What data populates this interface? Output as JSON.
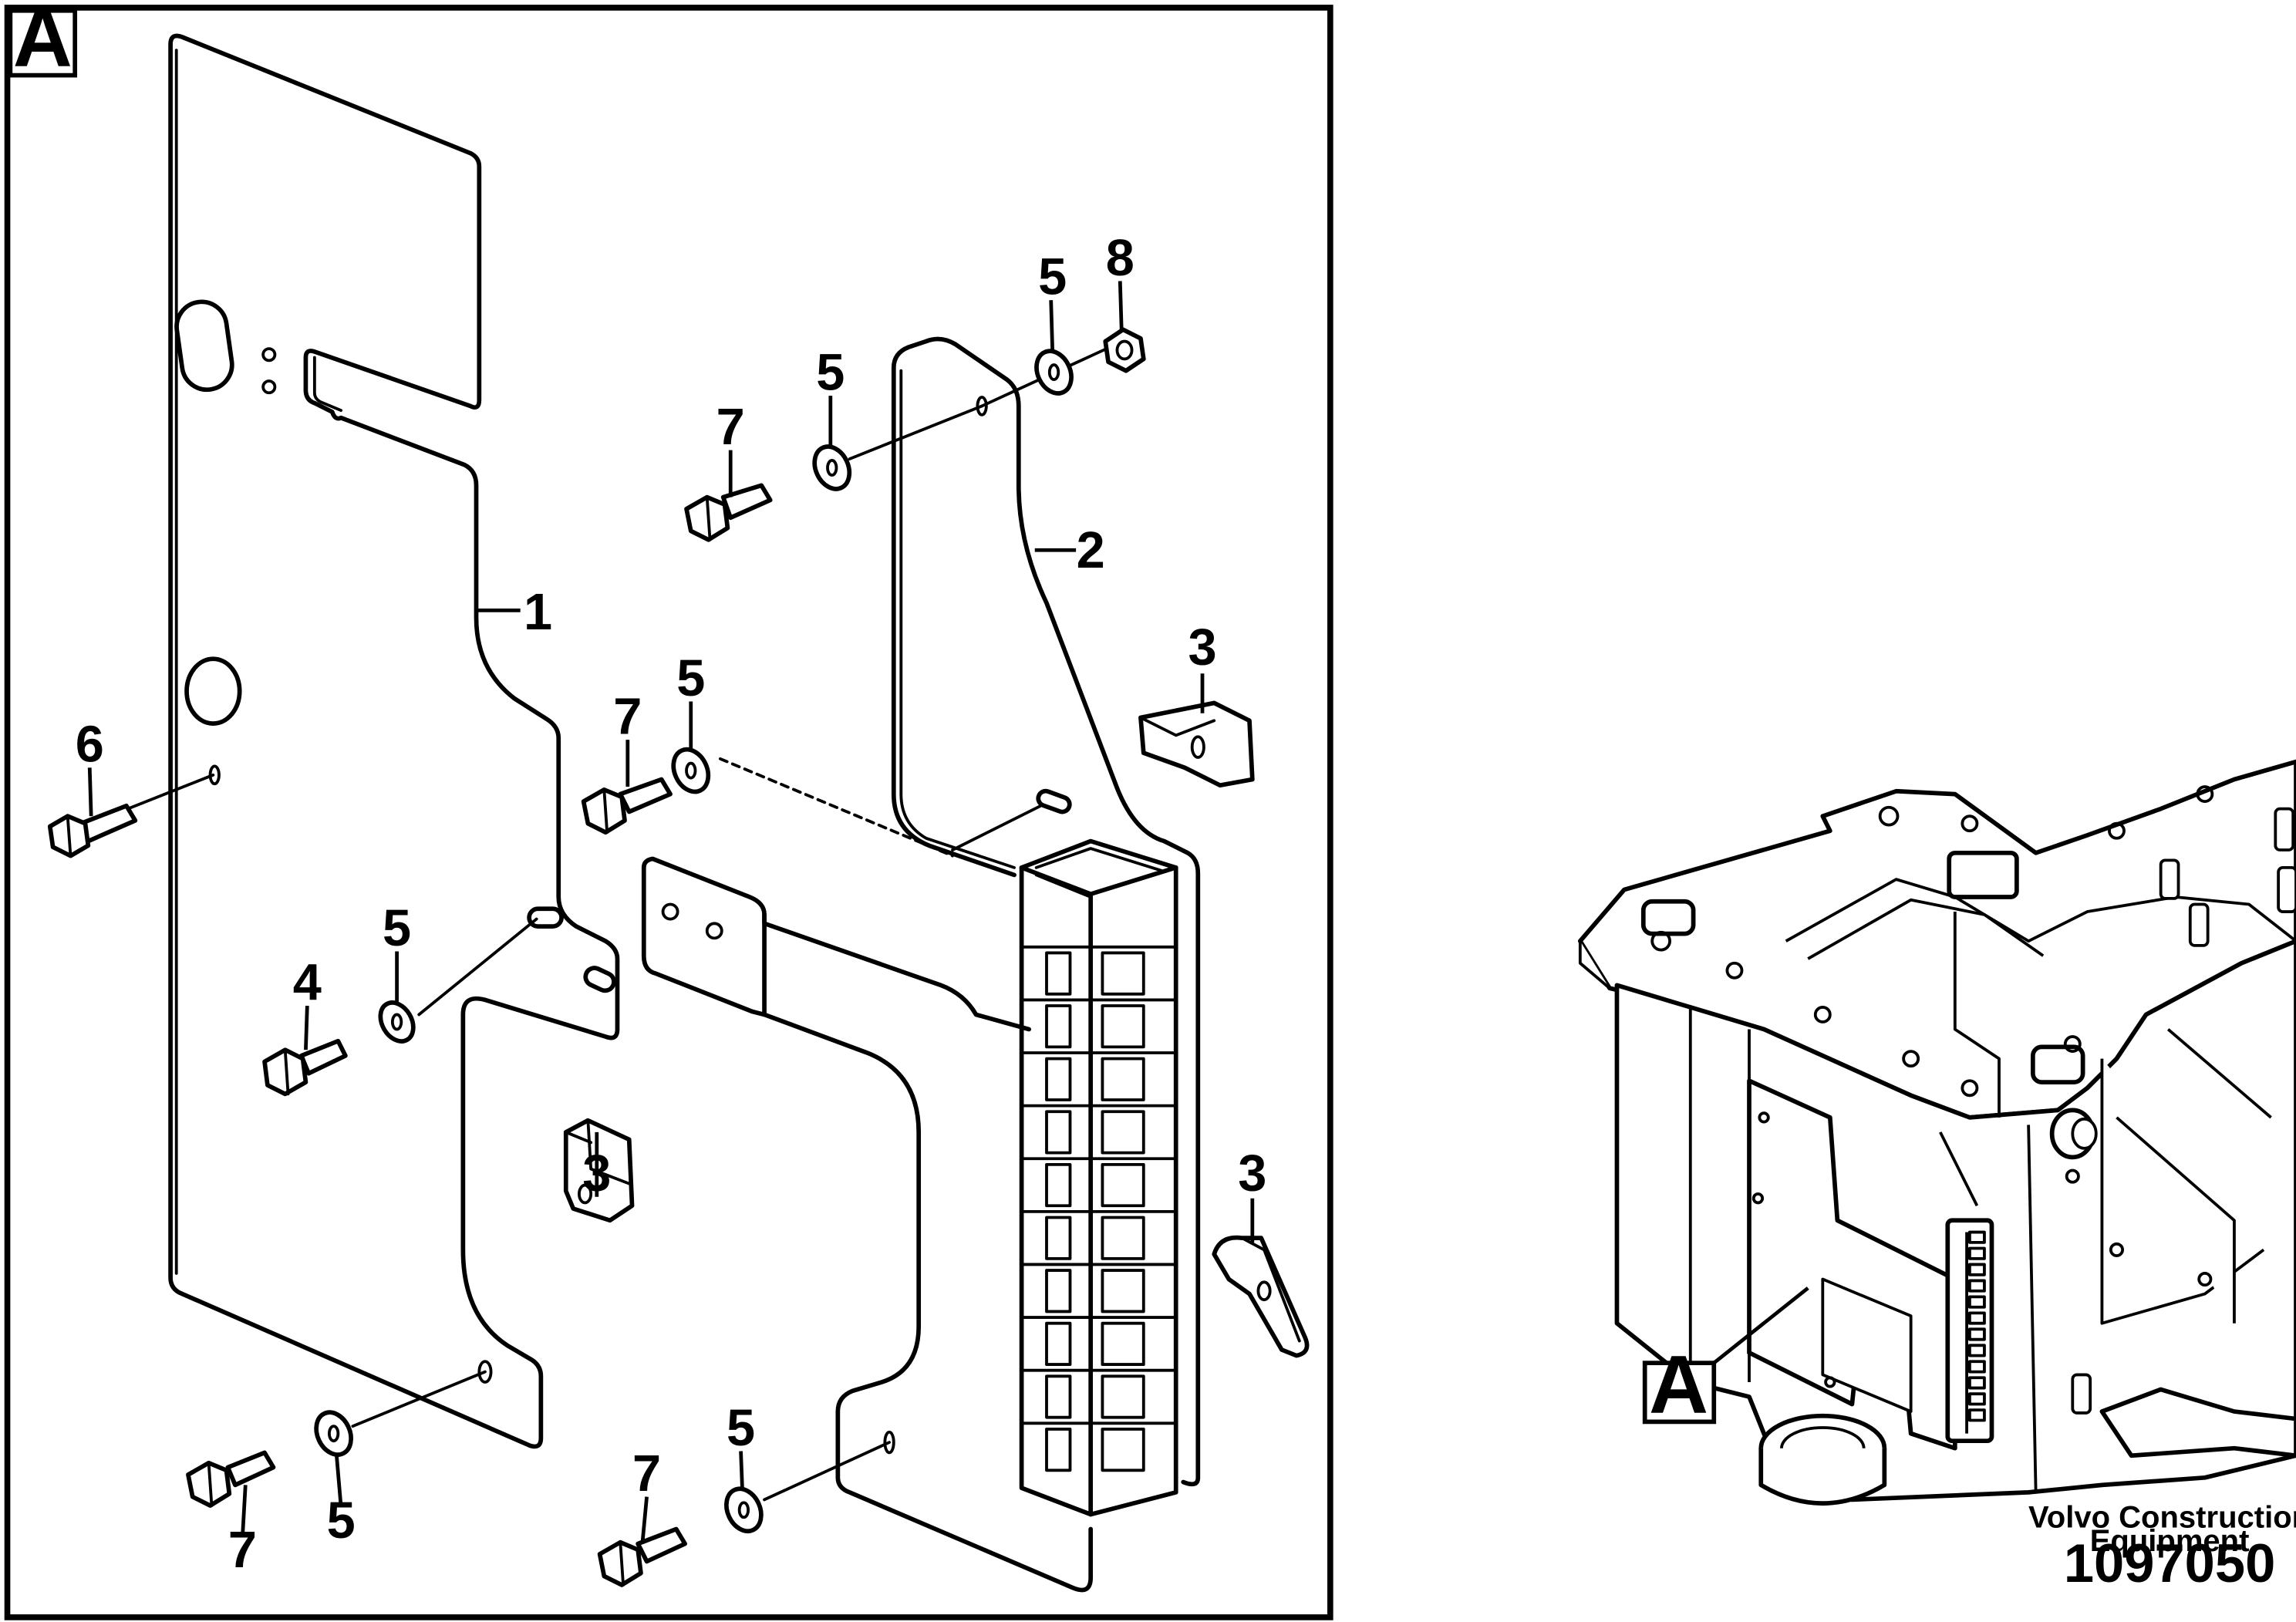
{
  "view": {
    "label": "A"
  },
  "overview": {
    "label": "A"
  },
  "callouts": [
    {
      "part": "1",
      "description": "left mounting plate"
    },
    {
      "part": "2",
      "description": "right bracket plate"
    },
    {
      "part": "3",
      "description": "clip"
    },
    {
      "part": "3",
      "description": "clip"
    },
    {
      "part": "3",
      "description": "clip"
    },
    {
      "part": "4",
      "description": "bolt"
    },
    {
      "part": "5",
      "description": "washer"
    },
    {
      "part": "5",
      "description": "washer"
    },
    {
      "part": "5",
      "description": "washer"
    },
    {
      "part": "5",
      "description": "washer"
    },
    {
      "part": "5",
      "description": "washer"
    },
    {
      "part": "5",
      "description": "washer"
    },
    {
      "part": "6",
      "description": "bolt"
    },
    {
      "part": "7",
      "description": "bolt"
    },
    {
      "part": "7",
      "description": "bolt"
    },
    {
      "part": "7",
      "description": "bolt"
    },
    {
      "part": "7",
      "description": "bolt"
    },
    {
      "part": "8",
      "description": "nut"
    }
  ],
  "footer": {
    "brand_line1": "Volvo Construction",
    "brand_line2": "Equipment",
    "part_number": "1097050"
  }
}
